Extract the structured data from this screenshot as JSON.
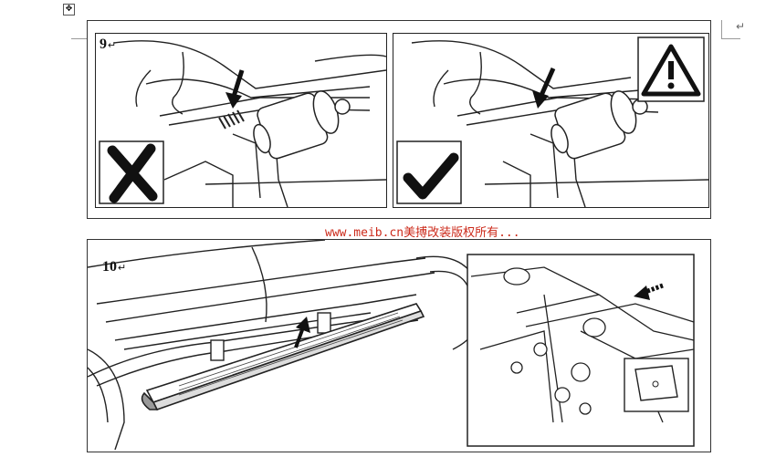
{
  "steps": [
    {
      "number": "9",
      "return_mark": "↵"
    },
    {
      "number": "10",
      "return_mark": "↵"
    }
  ],
  "watermark": {
    "text": "www.meib.cn美搏改装版权所有..."
  },
  "paragraph_mark": "↵",
  "move_handle_glyph": "✥",
  "icons": {
    "wrong": "x-mark-icon",
    "correct": "check-mark-icon",
    "warning": "warning-triangle-icon"
  },
  "colors": {
    "watermark": "#cc2a1a",
    "ink": "#222222"
  }
}
